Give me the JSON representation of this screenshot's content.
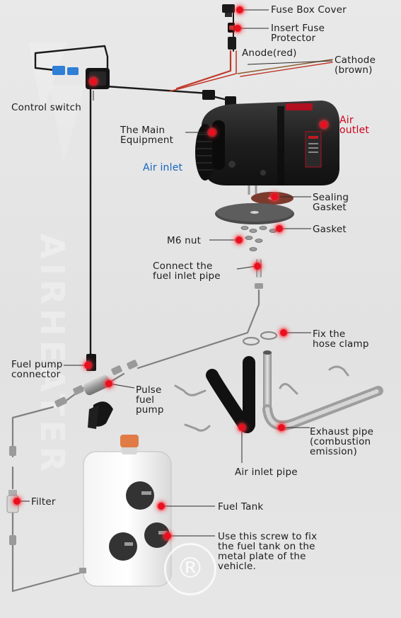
{
  "labels": {
    "fuse_box_cover": "Fuse Box Cover",
    "insert_fuse_protector": [
      "Insert Fuse",
      "Protector"
    ],
    "anode": "Anode(red)",
    "cathode": [
      "Cathode",
      "(brown)"
    ],
    "control_switch": "Control switch",
    "main_equipment": [
      "The Main",
      "Equipment"
    ],
    "air_outlet": [
      "Air",
      "outlet"
    ],
    "air_inlet": "Air inlet",
    "sealing_gasket": [
      "Sealing",
      "Gasket"
    ],
    "gasket": "Gasket",
    "m6_nut": "M6 nut",
    "connect_fuel_inlet": [
      "Connect the",
      "fuel inlet pipe"
    ],
    "fix_hose_clamp": [
      "Fix the",
      "hose clamp"
    ],
    "fuel_pump_connector": [
      "Fuel pump",
      "connector"
    ],
    "pulse_fuel_pump": [
      "Pulse",
      "fuel",
      "pump"
    ],
    "exhaust_pipe": [
      "Exhaust pipe",
      "(combustion",
      "emission)"
    ],
    "air_inlet_pipe": "Air inlet pipe",
    "filter": "Filter",
    "fuel_tank": "Fuel Tank",
    "screw_note": [
      "Use this screw to fix",
      "the fuel tank on the",
      "metal plate of the",
      "vehicle."
    ]
  },
  "watermark": {
    "logo_text": "AIRHEATER",
    "registered_mark": "®"
  },
  "colors": {
    "callout_red": "#d0021b",
    "air_inlet_blue": "#1565c0",
    "heater_body": "#1e1e1e",
    "wire_red": "#c0392b",
    "wire_brown": "#8b5a2b",
    "fuel_line": "#7a7a7a",
    "tank_cap": "#e07b45"
  },
  "icons": {
    "callout_dot": "red-glow-dot",
    "registered": "registered-trademark-icon"
  }
}
